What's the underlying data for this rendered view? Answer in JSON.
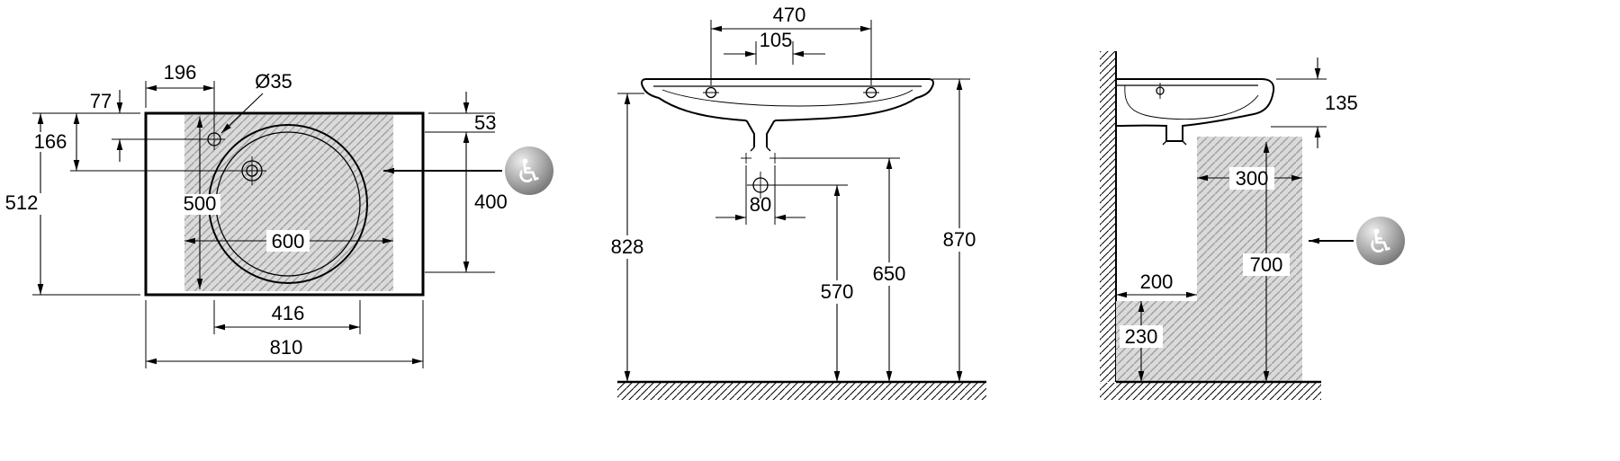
{
  "views": {
    "plan": {
      "name": "plan-view",
      "dims": {
        "d196": "196",
        "dhole": "Ø35",
        "d77": "77",
        "d166": "166",
        "d512": "512",
        "d500": "500",
        "d600": "600",
        "d53": "53",
        "d400": "400",
        "d416": "416",
        "d810": "810"
      }
    },
    "front": {
      "name": "front-elevation",
      "dims": {
        "d470": "470",
        "d105": "105",
        "d80": "80",
        "d828": "828",
        "d570": "570",
        "d650": "650",
        "d870": "870"
      }
    },
    "side": {
      "name": "side-elevation",
      "dims": {
        "d135": "135",
        "d300": "300",
        "d700": "700",
        "d200": "200",
        "d230": "230"
      }
    }
  },
  "icons": {
    "wheelchair": "♿"
  },
  "colors": {
    "line": "#000000",
    "hatch_zone_fill": "#dadada",
    "hatch_zone_line": "#9f9f9f",
    "icon_sphere": "#8f8f8f",
    "background": "#ffffff"
  }
}
